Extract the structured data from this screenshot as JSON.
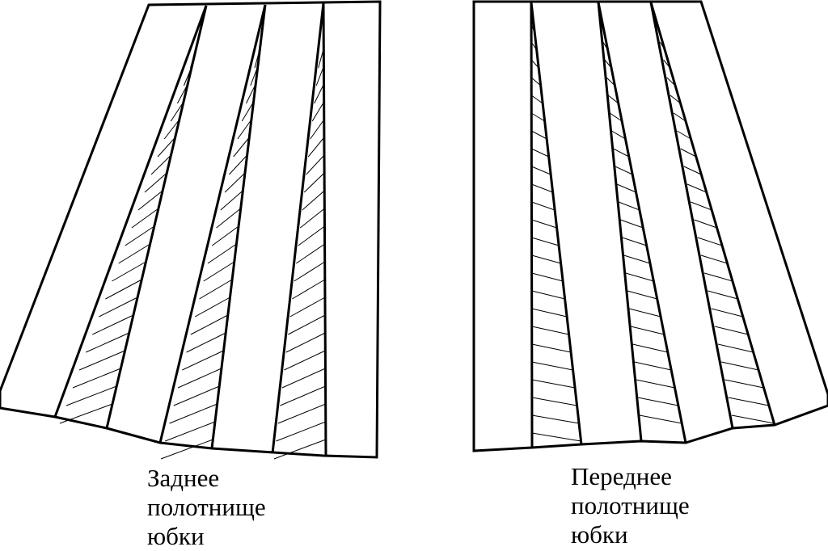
{
  "back_panel": {
    "caption_lines": [
      "Заднее",
      "полотнище",
      "юбки"
    ]
  },
  "front_panel": {
    "caption_lines": [
      "Переднее",
      "полотнище",
      "юбки"
    ]
  },
  "colors": {
    "line": "#000000",
    "background": "#ffffff"
  }
}
